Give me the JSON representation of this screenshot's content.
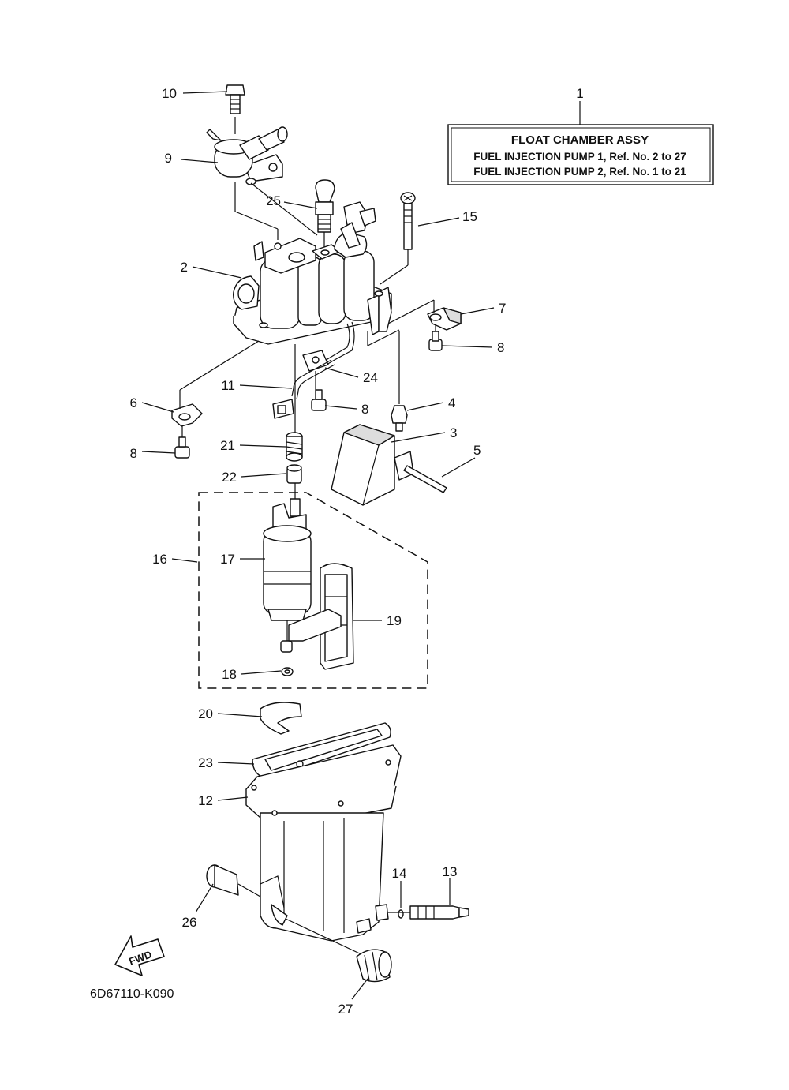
{
  "legend": {
    "ref_no": "1",
    "title": "FLOAT CHAMBER ASSY",
    "line1": "FUEL INJECTION PUMP 1,  Ref. No. 2 to 27",
    "line2": "FUEL INJECTION PUMP 2,  Ref. No. 1 to 21"
  },
  "callouts": {
    "c10": "10",
    "c9": "9",
    "c25": "25",
    "c15": "15",
    "c2": "2",
    "c7": "7",
    "c8a": "8",
    "c11": "11",
    "c24": "24",
    "c8b": "8",
    "c6": "6",
    "c4": "4",
    "c3": "3",
    "c5": "5",
    "c8c": "8",
    "c21": "21",
    "c22": "22",
    "c16": "16",
    "c17": "17",
    "c19": "19",
    "c18": "18",
    "c20": "20",
    "c23": "23",
    "c12": "12",
    "c14": "14",
    "c13": "13",
    "c26": "26",
    "c27": "27"
  },
  "fwd_arrow": {
    "label": "FWD"
  },
  "diagram_code": "6D67110-K090"
}
